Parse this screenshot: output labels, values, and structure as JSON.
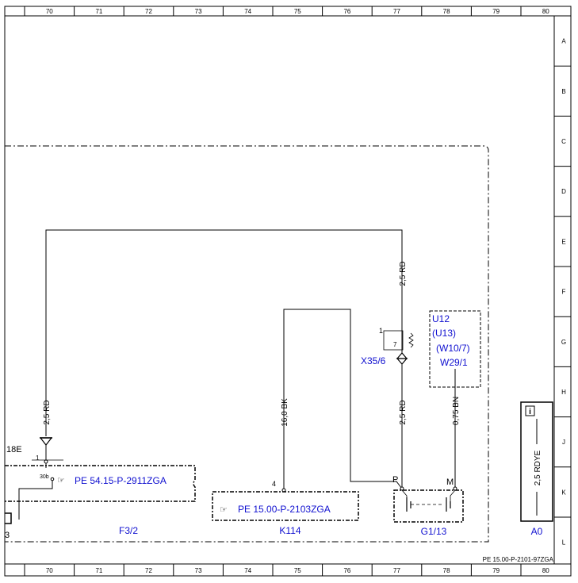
{
  "grid": {
    "columns": [
      "70",
      "71",
      "72",
      "73",
      "74",
      "75",
      "76",
      "77",
      "78",
      "79",
      "80"
    ],
    "rows": [
      "A",
      "B",
      "C",
      "D",
      "E",
      "F",
      "G",
      "H",
      "J",
      "K",
      "L"
    ]
  },
  "wires": {
    "left_rd": "2,5 RD",
    "top_rd": "2,5 RD",
    "bk": "16,0 BK",
    "lower_rd": "2,5 RD",
    "bn": "0,75 BN",
    "a0_rdye": "2,5 RDYE"
  },
  "components": {
    "f32": {
      "partial_label": "18E",
      "pin1": "1",
      "pin30b": "30b",
      "ref": "PE 54.15-P-2911ZGA",
      "name": "F3/2",
      "cut_char": "3"
    },
    "k114": {
      "pin": "4",
      "ref": "PE 15.00-P-2103ZGA",
      "name": "K114"
    },
    "x35": {
      "pin1": "1",
      "pin7": "7",
      "name": "X35/6"
    },
    "u12": {
      "line1": "U12",
      "line2": "(U13)",
      "line3": "(W10/7)",
      "line4": "W29/1"
    },
    "g113": {
      "pin_p": "P",
      "pin_m": "M",
      "name": "G1/13"
    },
    "a0": {
      "name": "A0",
      "info": "i"
    }
  },
  "footer": {
    "doc_ref": "PE 15.00-P-2101-97ZGA"
  },
  "colors": {
    "blue_text": "#1010d0",
    "line": "#000000"
  }
}
